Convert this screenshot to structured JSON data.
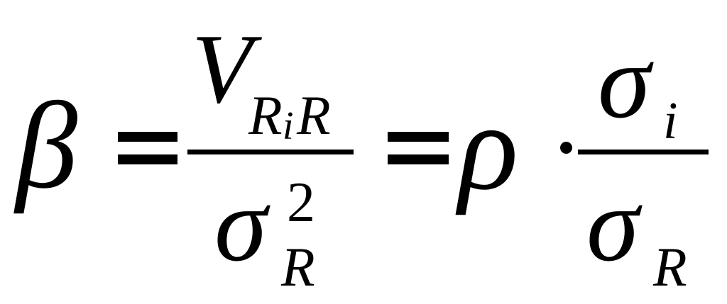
{
  "formula": {
    "lhs": "β",
    "equals": "=",
    "frac1": {
      "num_main": "V",
      "num_sub_R1": "R",
      "num_sub_i": "i",
      "num_sub_R2": "R",
      "den_main": "σ",
      "den_sup": "2",
      "den_sub": "R"
    },
    "rho": "ρ",
    "times": "·",
    "frac2": {
      "num_main": "σ",
      "num_sub": "i",
      "den_main": "σ",
      "den_sub": "R"
    }
  },
  "colors": {
    "background": "#ffffff",
    "ink": "#000000"
  }
}
